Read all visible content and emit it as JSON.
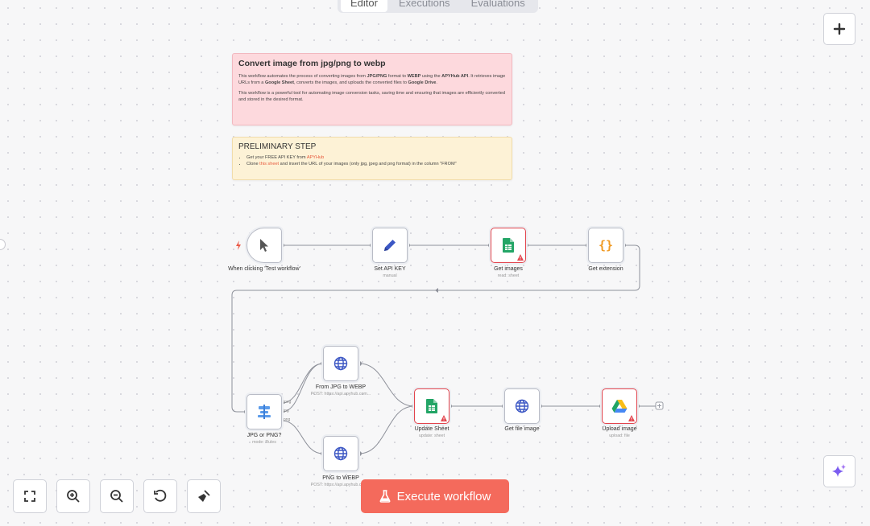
{
  "tabs": [
    "Editor",
    "Executions",
    "Evaluations"
  ],
  "notes": {
    "main": {
      "title": "Convert image from jpg/png to webp",
      "p1_a": "This workflow automates the process of converting images from ",
      "p1_b": "JPG/PNG",
      "p1_c": " format to ",
      "p1_d": "WEBP",
      "p1_e": " using the ",
      "p1_f": "APYHub API",
      "p1_g": ". It retrieves image URLs from a ",
      "p1_h": "Google Sheet",
      "p1_i": ", converts the images, and uploads the converted files to ",
      "p1_j": "Google Drive",
      "p1_k": ".",
      "p2": "This workflow is a powerful tool for automating image conversion tasks, saving time and ensuring that images are efficiently converted and stored in the desired format."
    },
    "prelim": {
      "title": "PRELIMINARY STEP",
      "item1_a": "Get your FREE API KEY from ",
      "item1_link": "APYHub",
      "item2_a": "Clone ",
      "item2_link": "this sheet",
      "item2_b": " and insert the URL of your images (only jpg, jpeg and png format) in the column \"FROM\""
    }
  },
  "nodes": {
    "trigger": {
      "label": "When clicking 'Test workflow'"
    },
    "set_api": {
      "label": "Set API KEY",
      "sub": "manual"
    },
    "get_images": {
      "label": "Get images",
      "sub": "read: sheet"
    },
    "get_ext": {
      "label": "Get extension"
    },
    "switch": {
      "label": "JPG or PNG?",
      "sub": "mode: Rules",
      "ports": [
        "jpeg",
        "jpg",
        "png"
      ]
    },
    "jpg_webp": {
      "label": "From JPG to WEBP",
      "sub": "POST: https://api.apyhub.com..."
    },
    "png_webp": {
      "label": "PNG to WEBP",
      "sub": "POST: https://api.apyhub.com..."
    },
    "update_sheet": {
      "label": "Update Sheet",
      "sub": "update: sheet"
    },
    "get_file": {
      "label": "Get file image"
    },
    "upload": {
      "label": "Upload image",
      "sub": "upload: file"
    }
  },
  "execute_label": "Execute workflow",
  "icons": [
    "plus-icon",
    "sparkle-icon",
    "fit-view-icon",
    "zoom-in-icon",
    "zoom-out-icon",
    "reset-icon",
    "broom-icon",
    "flask-icon",
    "cursor-icon",
    "pencil-icon",
    "google-sheets-icon",
    "code-braces-icon",
    "switch-icon",
    "globe-icon",
    "google-drive-icon",
    "warning-icon",
    "lightning-icon"
  ],
  "colors": {
    "accent": "#f46a5c",
    "error": "#e2444d",
    "note_red": "#fdd9dd",
    "note_yellow": "#fdf2d6"
  }
}
